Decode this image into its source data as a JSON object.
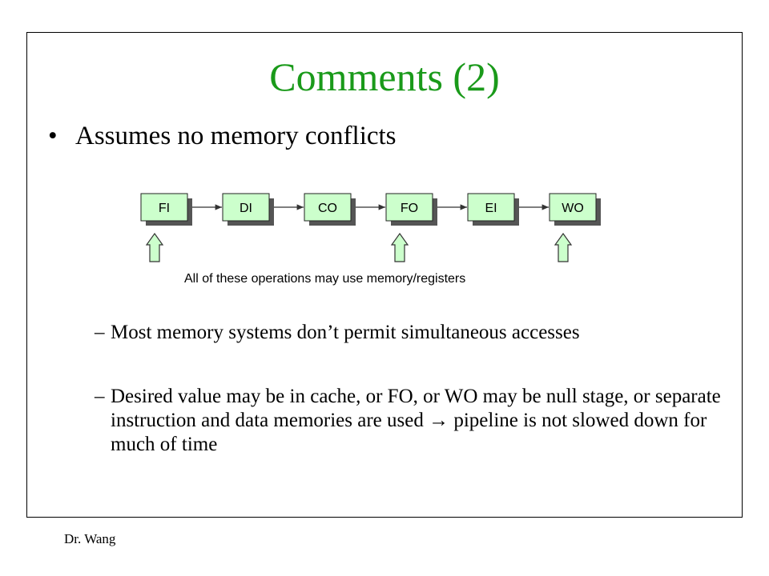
{
  "slide": {
    "title": "Comments (2)",
    "bullet_symbol": "•",
    "bullet": "Assumes no memory conflicts",
    "diagram": {
      "stages": [
        "FI",
        "DI",
        "CO",
        "FO",
        "EI",
        "WO"
      ],
      "caption": "All of these operations may use memory/registers",
      "highlighted_stages": [
        "FI",
        "FO",
        "WO"
      ],
      "colors": {
        "stage_fill": "#ccffcc",
        "stage_shadow": "#555555",
        "arrow_fill": "#ccffcc",
        "title": "#1a9a1a"
      }
    },
    "sub_dash": "–",
    "subpoints": [
      "Most memory systems don’t permit simultaneous accesses",
      {
        "before": "Desired value may be in cache, or FO, or WO may be null stage, or separate instruction and data memories are used ",
        "arrow": "→",
        "after": " pipeline is not slowed down for much of time"
      }
    ],
    "footer": "Dr. Wang"
  }
}
